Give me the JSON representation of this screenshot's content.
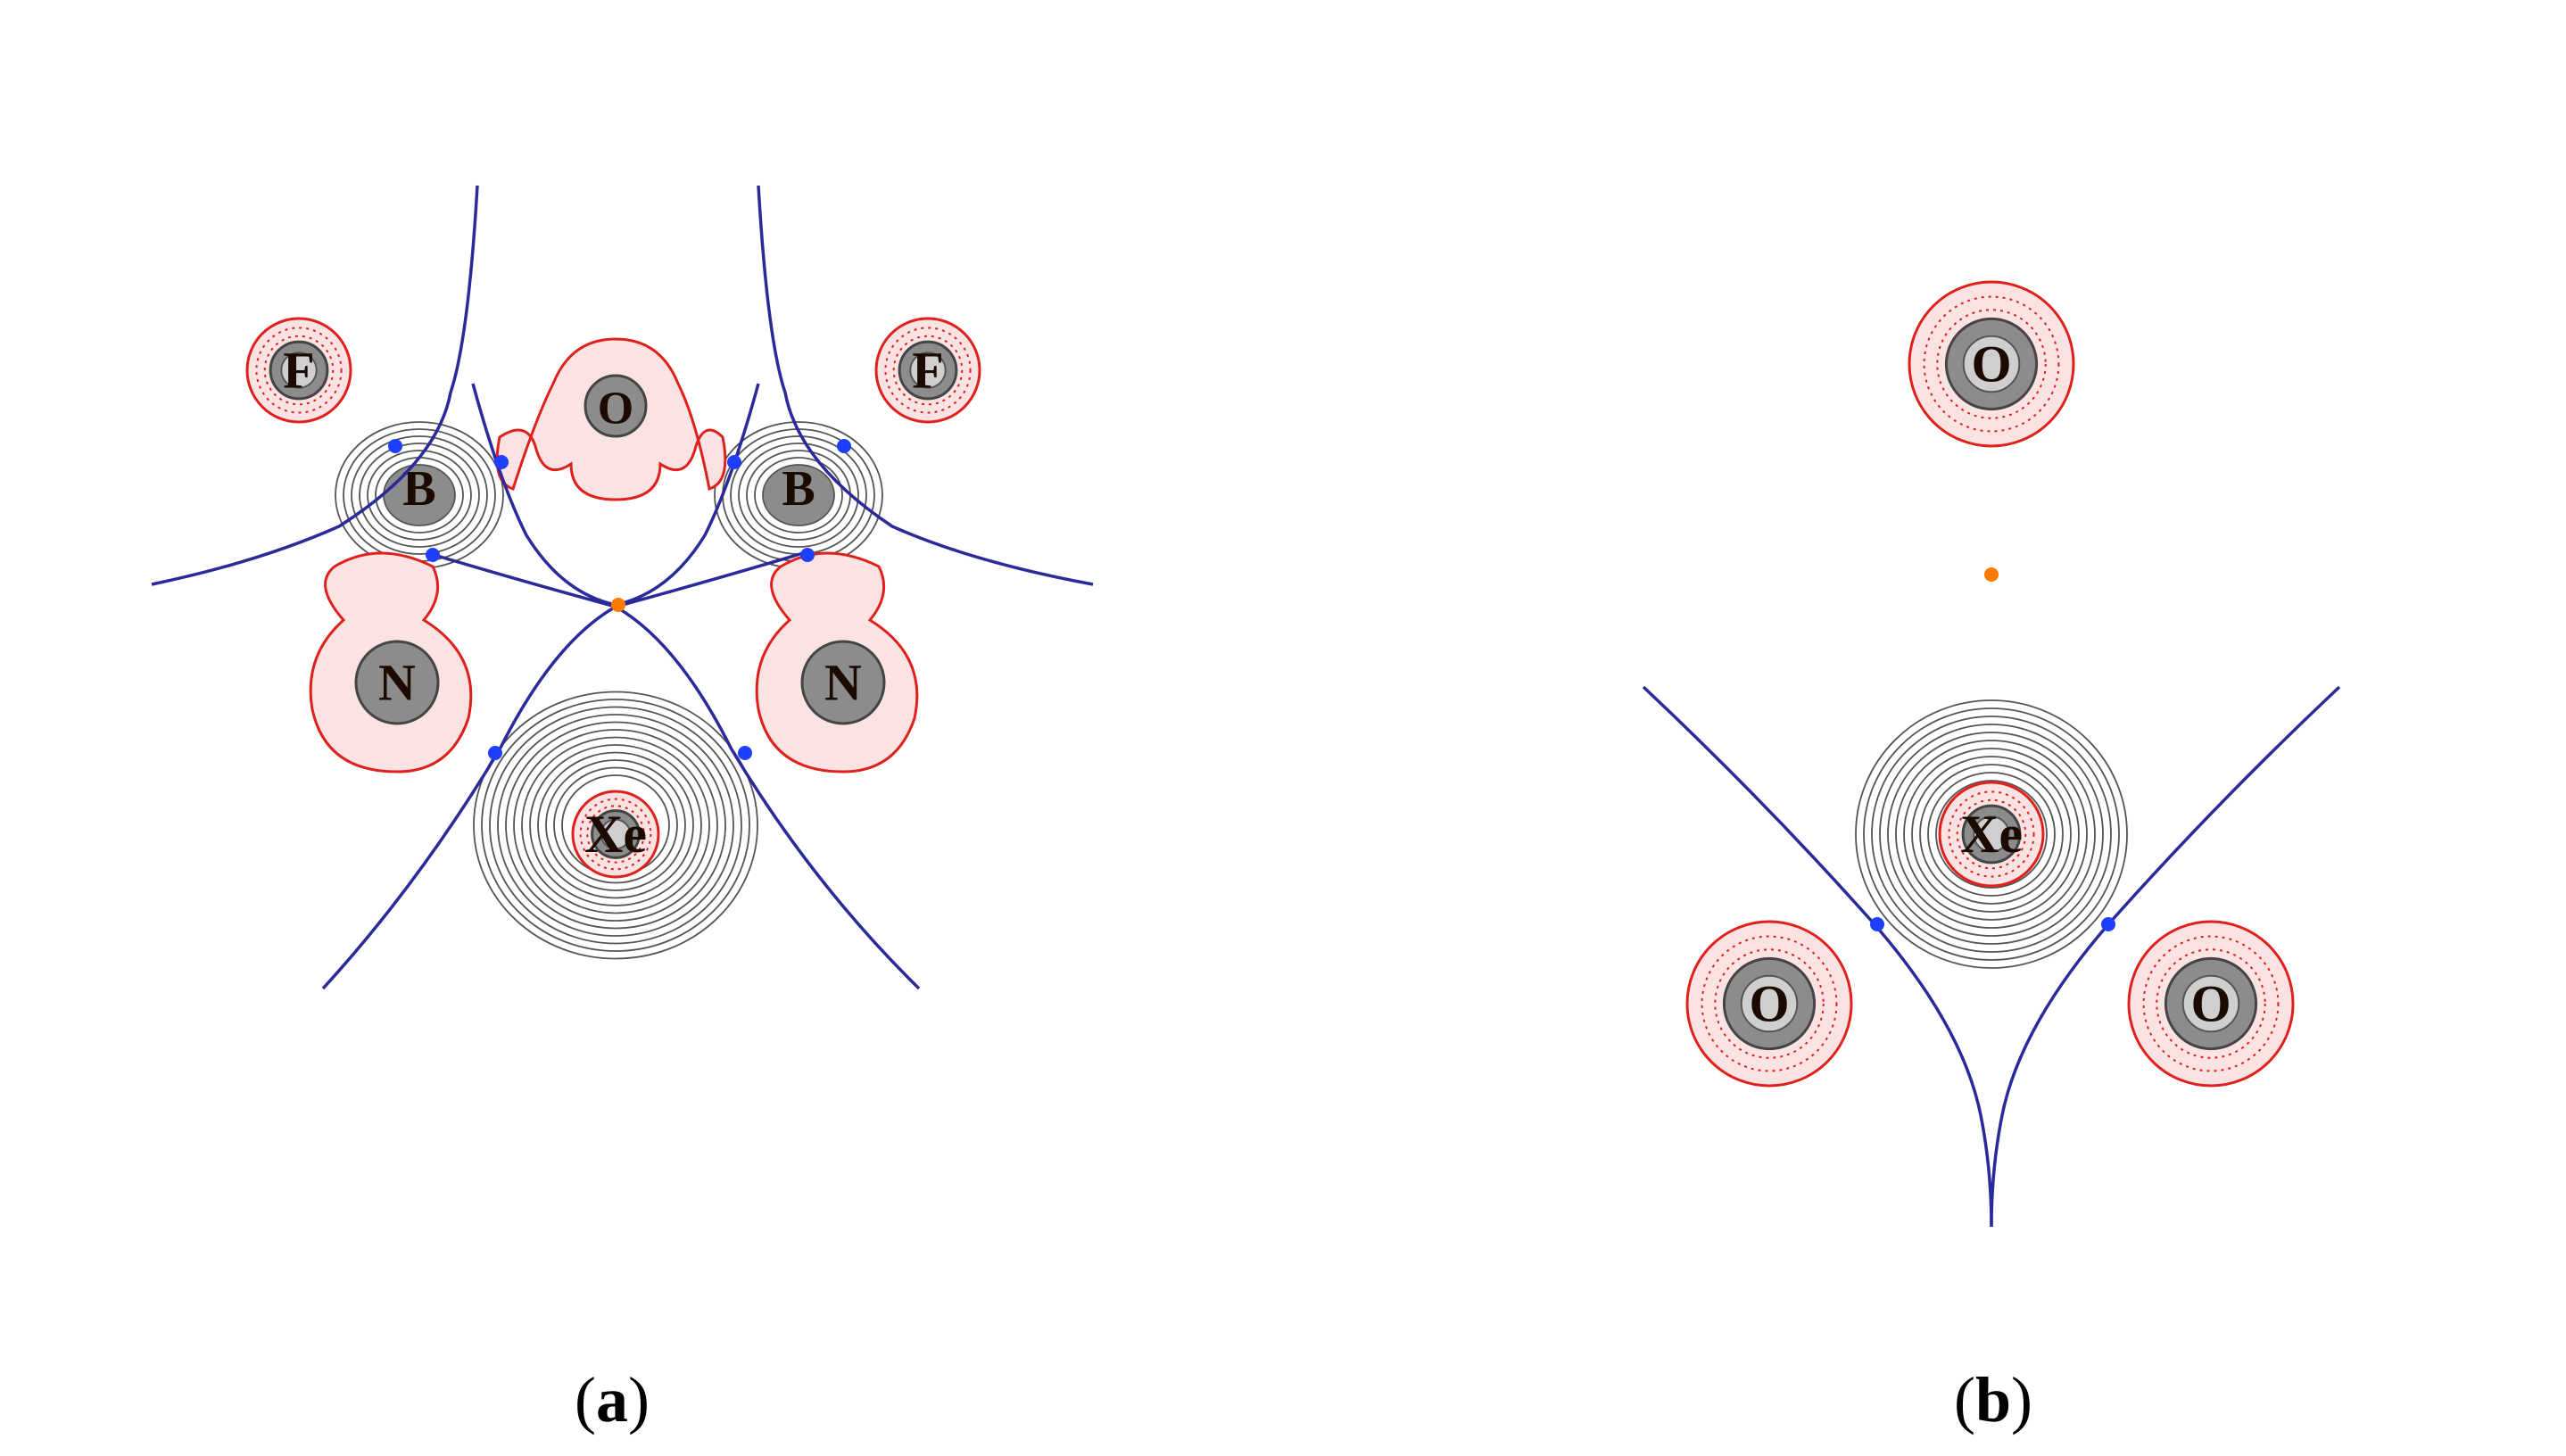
{
  "panels": [
    {
      "id": "a",
      "caption_open": "(",
      "caption_letter": "a",
      "caption_close": ")",
      "atoms": [
        "F",
        "O",
        "F",
        "B",
        "B",
        "N",
        "N",
        "Xe"
      ]
    },
    {
      "id": "b",
      "caption_open": "(",
      "caption_letter": "b",
      "caption_close": ")",
      "atoms": [
        "O",
        "Xe",
        "O",
        "O"
      ]
    }
  ],
  "colors": {
    "contour": "#6e6e6e",
    "negative_region_fill": "#fbe3e3",
    "negative_region_stroke": "#e0201c",
    "core": "#8c8c8c",
    "zero_flux_path": "#2a2a9a",
    "bond_critical_point": "#1f3fff",
    "ring_critical_point": "#ff7a00"
  }
}
